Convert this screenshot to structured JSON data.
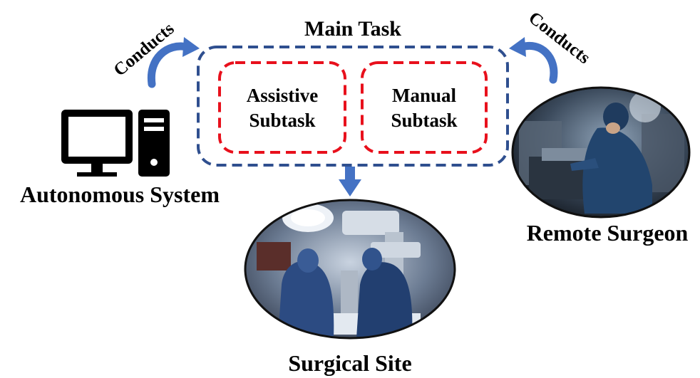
{
  "main_task": {
    "label": "Main Task"
  },
  "subtasks": [
    {
      "line1": "Assistive",
      "line2": "Subtask"
    },
    {
      "line1": "Manual",
      "line2": "Subtask"
    }
  ],
  "actors": {
    "autonomous_system": {
      "label": "Autonomous System",
      "icon": "computer-icon"
    },
    "remote_surgeon": {
      "label": "Remote Surgeon",
      "icon": "surgeon-console-photo"
    },
    "surgical_site": {
      "label": "Surgical Site",
      "icon": "operating-room-photo"
    }
  },
  "relations": {
    "left_conducts": "Conducts",
    "right_conducts": "Conducts"
  },
  "colors": {
    "main_task_border": "#2f4f8f",
    "subtask_border": "#e8101c",
    "arrow": "#4472c4",
    "text": "#000000"
  }
}
